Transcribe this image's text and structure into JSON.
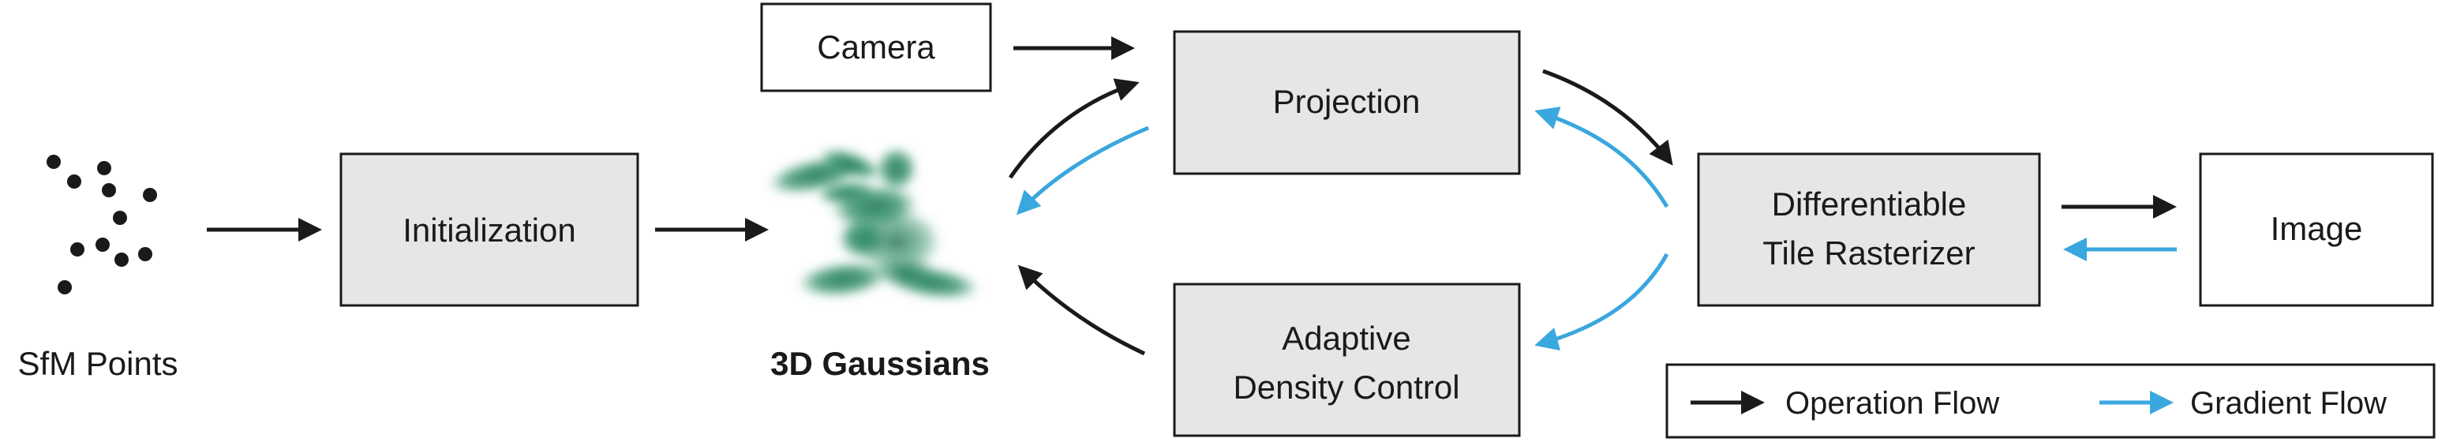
{
  "diagram": {
    "sfm_label": "SfM Points",
    "initialization_label": "Initialization",
    "gaussians_label": "3D Gaussians",
    "camera_label": "Camera",
    "projection_label": "Projection",
    "density_line1": "Adaptive",
    "density_line2": "Density Control",
    "rasterizer_line1": "Differentiable",
    "rasterizer_line2": "Tile Rasterizer",
    "image_label": "Image"
  },
  "legend": {
    "operation_label": "Operation Flow",
    "gradient_label": "Gradient Flow"
  },
  "colors": {
    "operation": "#1a1a1a",
    "gradient": "#3aa7de",
    "box_fill": "#e6e6e4",
    "gaussian": "#1f7a55"
  }
}
